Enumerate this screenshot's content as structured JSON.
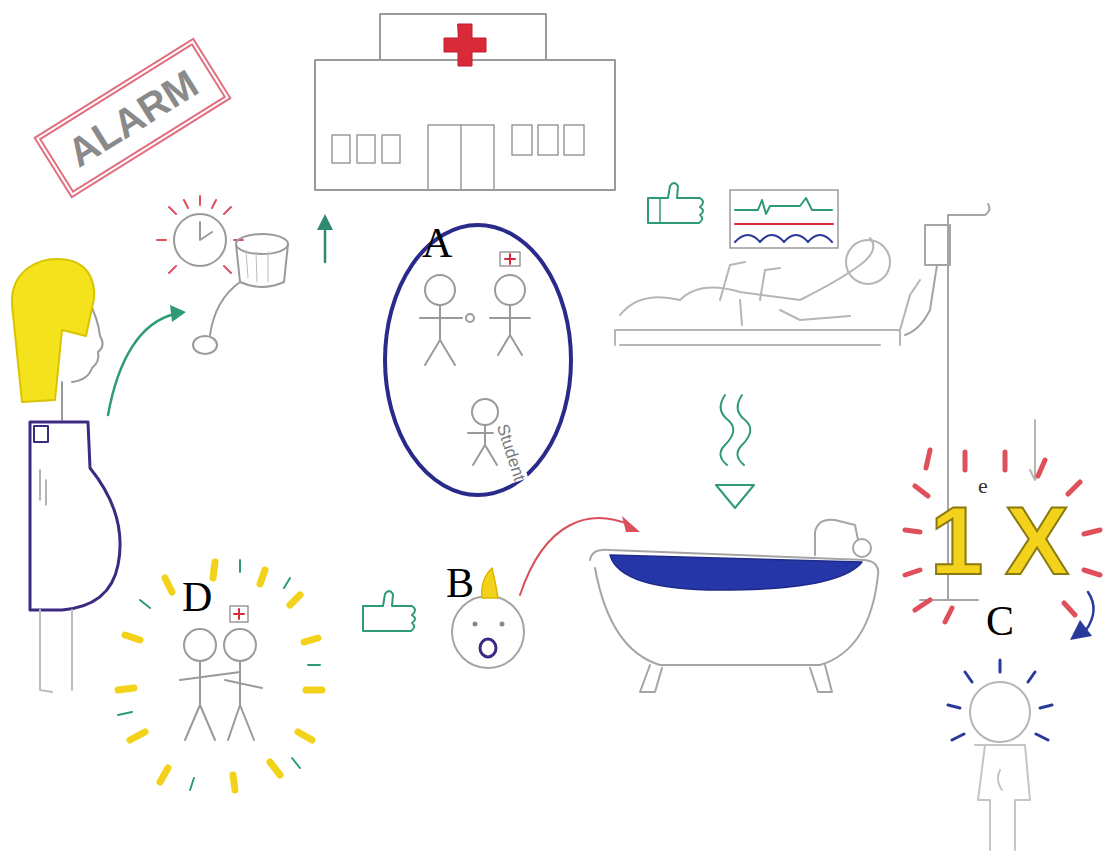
{
  "diagram": {
    "nodes": [
      {
        "text": [
          "ALARM"
        ]
      },
      {
        "text": [
          "A",
          "Student"
        ]
      }
    ],
    "labels": [
      "e",
      "1",
      "X",
      "B",
      "D",
      "C"
    ]
  }
}
